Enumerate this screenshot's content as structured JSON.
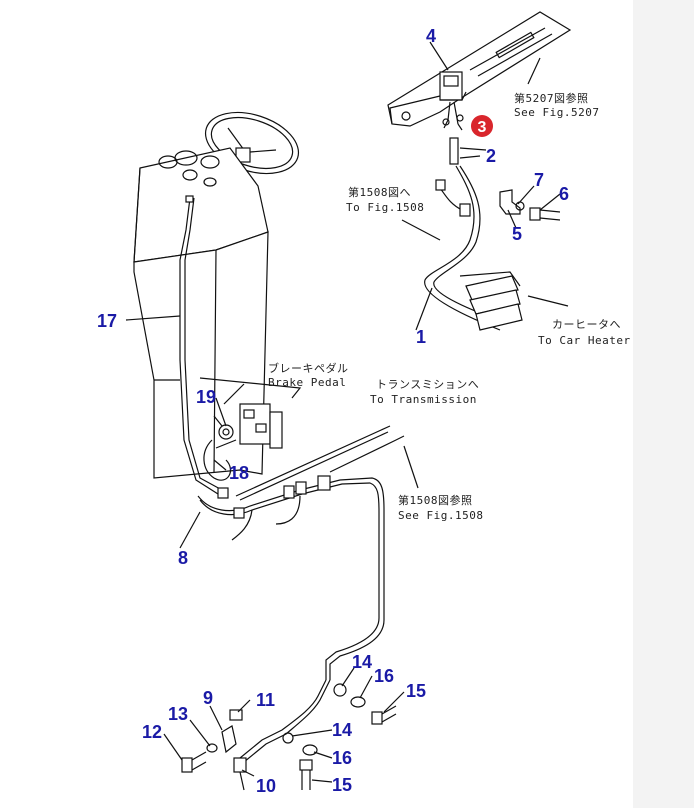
{
  "callouts": {
    "c1": "1",
    "c2": "2",
    "c3": "3",
    "c4": "4",
    "c5": "5",
    "c6": "6",
    "c7": "7",
    "c8": "8",
    "c9": "9",
    "c10": "10",
    "c11": "11",
    "c12": "12",
    "c13": "13",
    "c14a": "14",
    "c14b": "14",
    "c15a": "15",
    "c15b": "15",
    "c16a": "16",
    "c16b": "16",
    "c17": "17",
    "c18": "18",
    "c19": "19"
  },
  "notes": {
    "fig5207_jp": "第5207図参照",
    "fig5207_en": "See Fig.5207",
    "fig1508_jp_top": "第1508図へ",
    "fig1508_en_top": "To Fig.1508",
    "car_heater_jp": "カーヒータへ",
    "car_heater_en": "To Car Heater",
    "brake_jp": "ブレーキペダル",
    "brake_en": "Brake Pedal",
    "trans_jp": "トランスミションへ",
    "trans_en": "To Transmission",
    "fig1508_jp_mid": "第1508図参照",
    "fig1508_en_mid": "See Fig.1508"
  },
  "colors": {
    "callout": "#1a1aa6",
    "highlight": "#d9262c",
    "line": "#111111"
  }
}
